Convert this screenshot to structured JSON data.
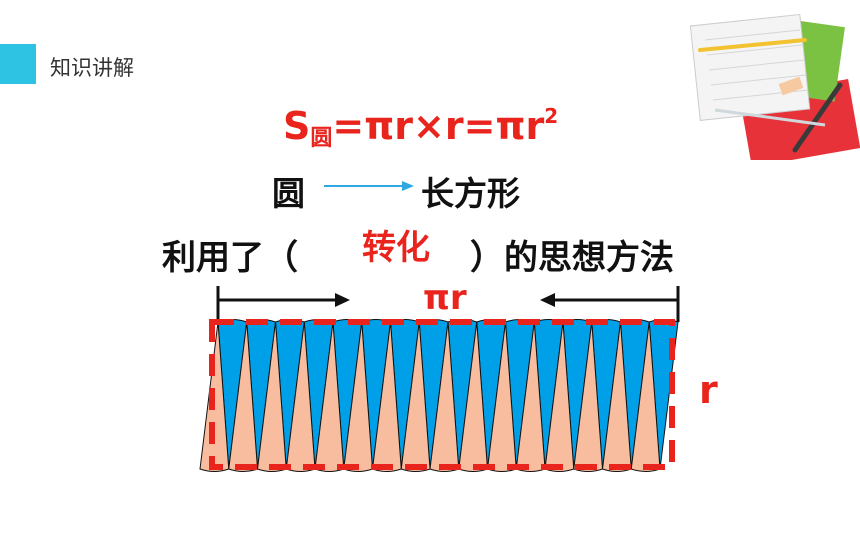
{
  "header": {
    "section_title": "知识讲解"
  },
  "formula": {
    "s": "S",
    "sub": "圆",
    "middle": "=πr×r=πr",
    "sup": "2"
  },
  "transform": {
    "from": "圆",
    "to": "长方形"
  },
  "sentence": {
    "before": "利用了（",
    "answer": "转化",
    "after": "）的思想方法"
  },
  "diagram": {
    "length_label": "πr",
    "width_label": "r",
    "wedge_count": 16
  },
  "colors": {
    "accent": "#2fc3e3",
    "red": "#e8241d",
    "upper_wedge": "#00a0e9",
    "lower_wedge": "#f8bd9e"
  }
}
